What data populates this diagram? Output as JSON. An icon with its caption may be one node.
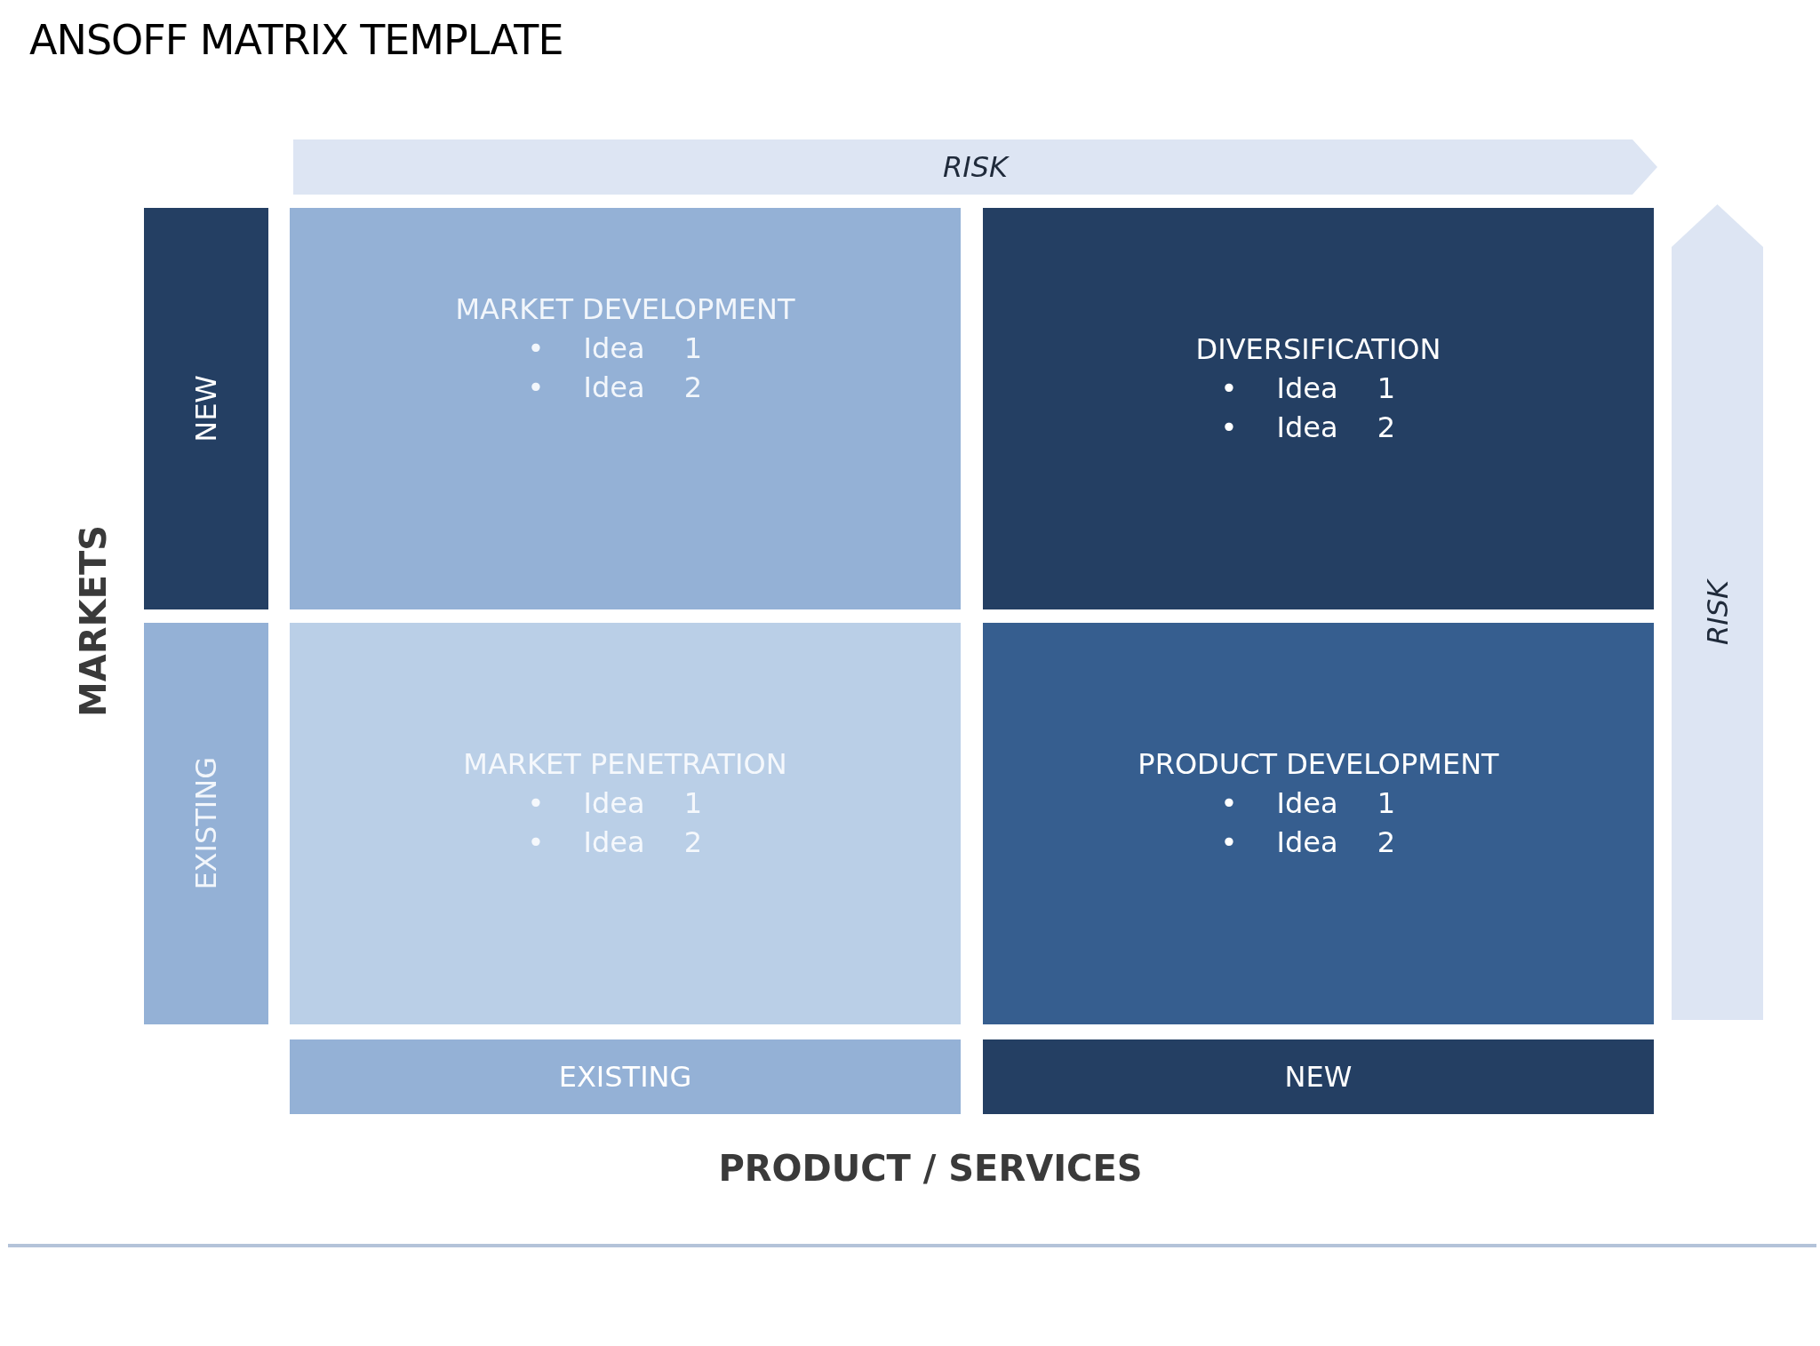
{
  "diagram": {
    "title": "ANSOFF MATRIX TEMPLATE",
    "nodes": [
      {
        "text": [
          "RISK"
        ]
      },
      {
        "text": [
          "NEW"
        ]
      },
      {
        "text": [
          "MARKET DEVELOPMENT",
          "• Idea 1",
          "• Idea 2"
        ]
      },
      {
        "text": [
          "DIVERSIFICATION",
          "• Idea 1",
          "• Idea 2"
        ]
      },
      {
        "text": [
          "RISK"
        ]
      },
      {
        "text": [
          "EXISTING"
        ]
      },
      {
        "text": [
          "MARKET PENETRATION",
          "• Idea 1",
          "• Idea 2"
        ]
      },
      {
        "text": [
          "PRODUCT DEVELOPMENT",
          "• Idea 1",
          "• Idea 2"
        ]
      },
      {
        "text": [
          "EXISTING"
        ]
      },
      {
        "text": [
          "NEW"
        ]
      }
    ],
    "labels": [
      "MARKETS",
      "PRODUCT / SERVICES"
    ]
  }
}
